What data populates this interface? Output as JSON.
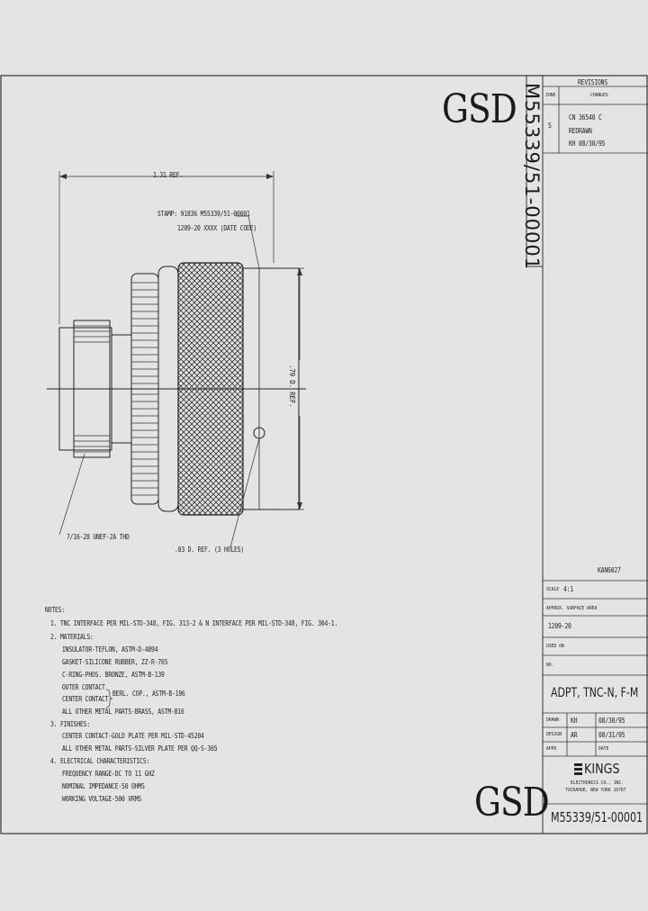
{
  "header": {
    "watermark_top": "GSD",
    "vertical_part_number": "M55339/51-00001",
    "revisions_title": "REVISIONS",
    "rev_col1": "ZONE",
    "rev_col2": "CHANGES",
    "rev_sym": "S",
    "rev_line1": "CN  36540  C",
    "rev_line2": "REDRAWN",
    "rev_line3": "KH  08/30/95"
  },
  "drawing": {
    "dim_length": "1.31 REF.",
    "stamp_line1": "STAMP: 91836 M55339/51-00001",
    "stamp_line2": "1209-20 XXXX (DATE CODE)",
    "dim_dia": ".79 D. REF.",
    "thread": "7/16-28 UNEF-2A THD",
    "holes": ".03 D. REF. (3 HOLES)",
    "drawing_no": "KAN6027"
  },
  "notes": {
    "title": "NOTES:",
    "lines": [
      "1. TNC INTERFACE PER MIL-STD-348, FIG. 313-2 & N INTERFACE PER MIL-STD-348, FIG. 304-1.",
      "2. MATERIALS:",
      "INSULATOR-TEFLON, ASTM-D-4894",
      "GASKET-SILICONE RUBBER, ZZ-R-765",
      "C-RING-PHOS. BRONZE, ASTM-B-139",
      "OUTER CONTACT",
      "CENTER CONTACT",
      "ALL OTHER METAL PARTS-BRASS, ASTM-B16",
      "3. FINISHES:",
      "CENTER CONTACT-GOLD PLATE PER MIL-STD-45204",
      "ALL OTHER METAL PARTS-SILVER PLATE PER QQ-S-365",
      "4. ELECTRICAL CHARACTERISTICS:",
      "FREQUENCY RANGE-DC TO 11 GHZ",
      "NOMINAL IMPEDANCE-50 OHMS",
      "WORKING VOLTAGE-500 VRMS"
    ],
    "bracket_text": "BERL. COP., ASTM-B-196"
  },
  "title_block": {
    "scale_label": "SCALE",
    "scale_value": "4:1",
    "approx_label": "APPROX. SURFACE AREA",
    "part_code": "1209-20",
    "used_on_label": "USED ON",
    "no_label": "NO.",
    "description": "ADPT, TNC-N, F-M",
    "drawn_label": "DRAWN",
    "drawn_by": "KH",
    "drawn_date": "08/30/95",
    "design_label": "DESIGN",
    "design_by": "AR",
    "design_date": "08/31/95",
    "appd_label": "APPD",
    "date_label": "DATE",
    "company": "KINGS",
    "company_line1": "ELECTRONICS CO., INC.",
    "company_line2": "TUCKAHOE, NEW YORK 10707",
    "watermark_bottom": "GSD",
    "part_number": "M55339/51-00001"
  }
}
